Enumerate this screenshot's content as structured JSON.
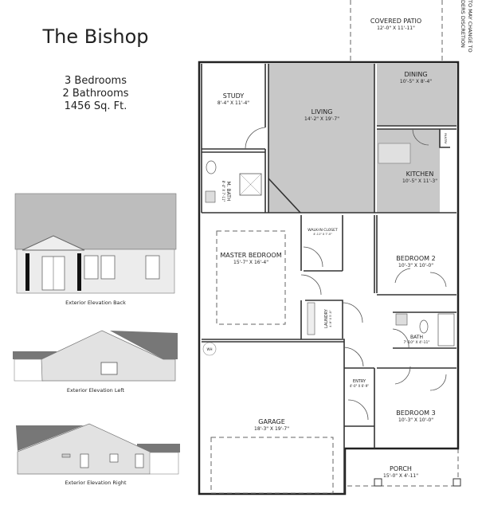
{
  "title": "The Bishop",
  "specs": {
    "bedrooms": "3 Bedrooms",
    "bathrooms": "2 Bathrooms",
    "area": "1456 Sq. Ft."
  },
  "elevations": [
    {
      "caption": "Exterior Elevation Back"
    },
    {
      "caption": "Exterior Elevation Left"
    },
    {
      "caption": "Exterior Elevation Right"
    }
  ],
  "note": {
    "line1": "TO MAY CHANGE TO",
    "line2": "DERS DISCRETION"
  },
  "rooms": {
    "patio": {
      "name": "COVERED PATIO",
      "size": "12'-0\" X 11'-11\""
    },
    "study": {
      "name": "STUDY",
      "size": "8'-4\" X 11'-4\""
    },
    "living": {
      "name": "LIVING",
      "size": "14'-2\" X 19'-7\""
    },
    "dining": {
      "name": "DINING",
      "size": "10'-5\" X 8'-4\""
    },
    "kitchen": {
      "name": "KITCHEN",
      "size": "10'-5\" X 11'-3\""
    },
    "pantry": {
      "name": "PANTRY"
    },
    "mbath": {
      "name": "M. BATH",
      "size": "8'-4\" X 7'-11\""
    },
    "master": {
      "name": "MASTER BEDROOM",
      "size": "15'-7\" X 16'-4\""
    },
    "closet": {
      "name": "WALK-IN CLOSET",
      "size": "4'-11\" X 7'-0\""
    },
    "laundry": {
      "name": "LAUNDRY",
      "size": "4'-9\" X 5'-0\""
    },
    "bed2": {
      "name": "BEDROOM 2",
      "size": "10'-3\" X 10'-0\""
    },
    "bath": {
      "name": "BATH",
      "size": "7'-10\" X 4'-11\""
    },
    "bed3": {
      "name": "BEDROOM 3",
      "size": "10'-3\" X 10'-0\""
    },
    "entry": {
      "name": "ENTRY",
      "size": "4'-0\" X 6'-9\""
    },
    "garage": {
      "name": "GARAGE",
      "size": "18'-3\" X 19'-7\""
    },
    "porch": {
      "name": "PORCH",
      "size": "15'-0\" X 4'-11\""
    },
    "wh": {
      "name": "WH"
    }
  },
  "colors": {
    "shaded_room": "#c8c8c8",
    "wall": "#222222",
    "roof": "#8a8a8a"
  }
}
